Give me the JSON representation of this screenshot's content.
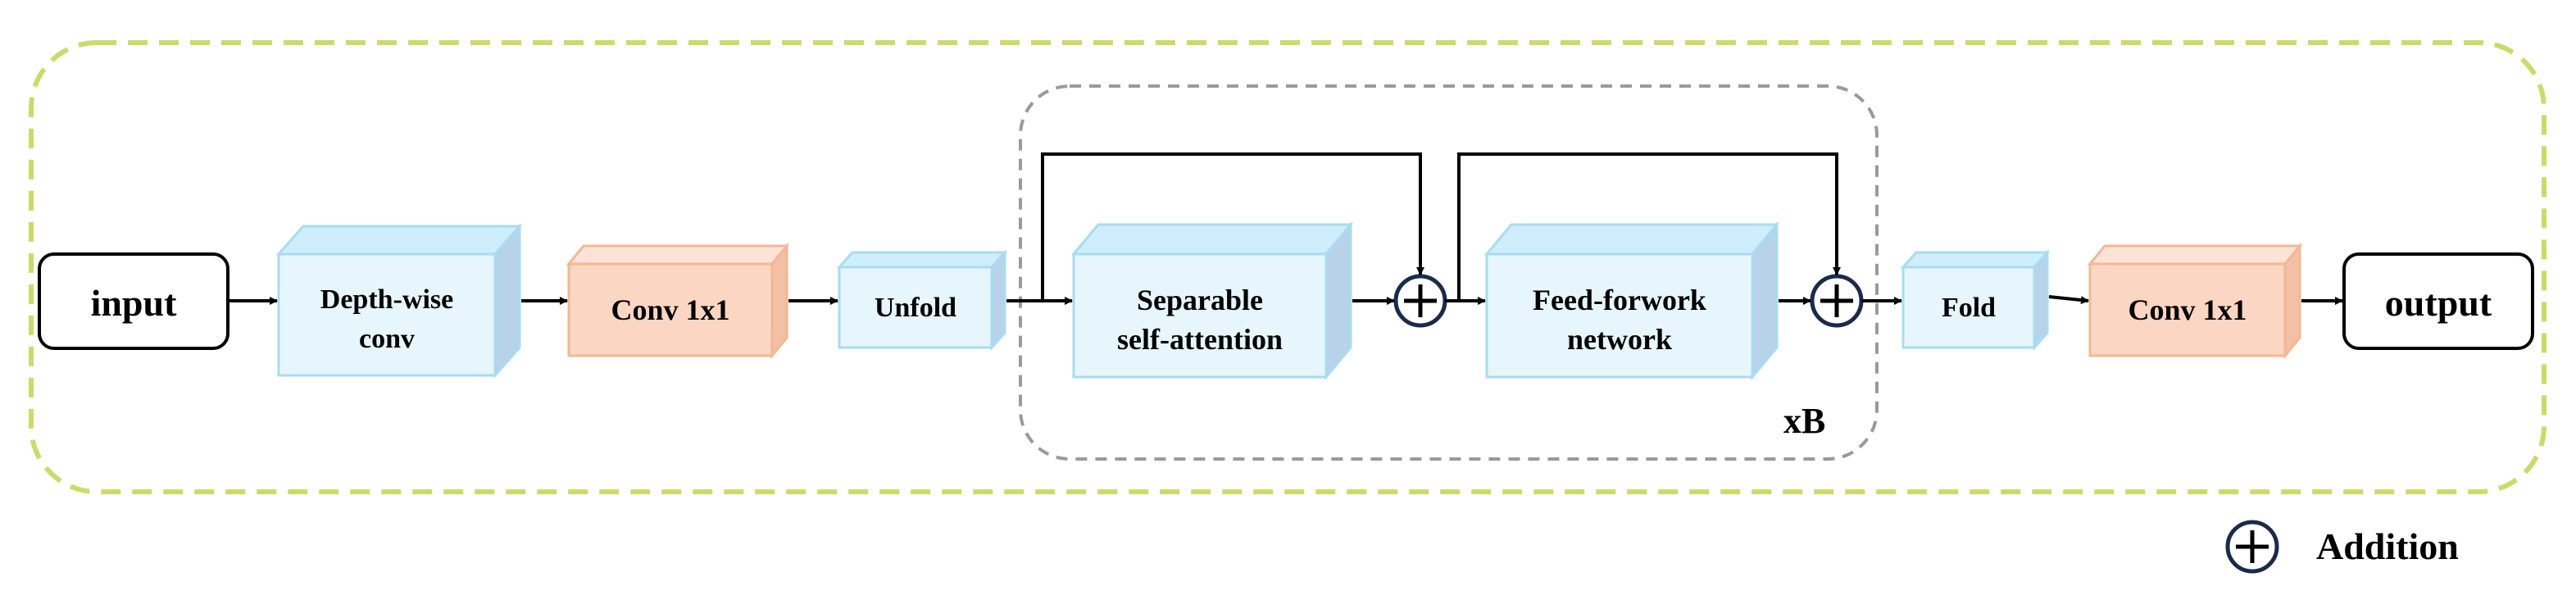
{
  "diagram": {
    "input_label": "input",
    "output_label": "output",
    "blocks": {
      "depthwise": [
        "Depth-wise",
        "conv"
      ],
      "conv1": [
        "Conv 1x1"
      ],
      "unfold": [
        "Unfold"
      ],
      "separable": [
        "Separable",
        "self-attention"
      ],
      "ffn": [
        "Feed-forwork",
        "network"
      ],
      "fold": [
        "Fold"
      ],
      "conv2": [
        "Conv 1x1"
      ]
    },
    "repeat_label": "xB",
    "legend": {
      "symbol": "+",
      "label": "Addition"
    }
  },
  "colors": {
    "outer_border": "#c9dc6a",
    "inner_border": "#9a9a9a",
    "blue_front": "#e6f6fc",
    "blue_top": "#cdeefa",
    "blue_side": "#b8d2ea",
    "blue_edge": "#a8dcf2",
    "orange_front": "#fbd6c3",
    "orange_top": "#fce3d5",
    "orange_side": "#f4c0a5",
    "orange_edge": "#f1b896",
    "stroke": "#000000",
    "circle_stroke": "#1c2a4a"
  }
}
